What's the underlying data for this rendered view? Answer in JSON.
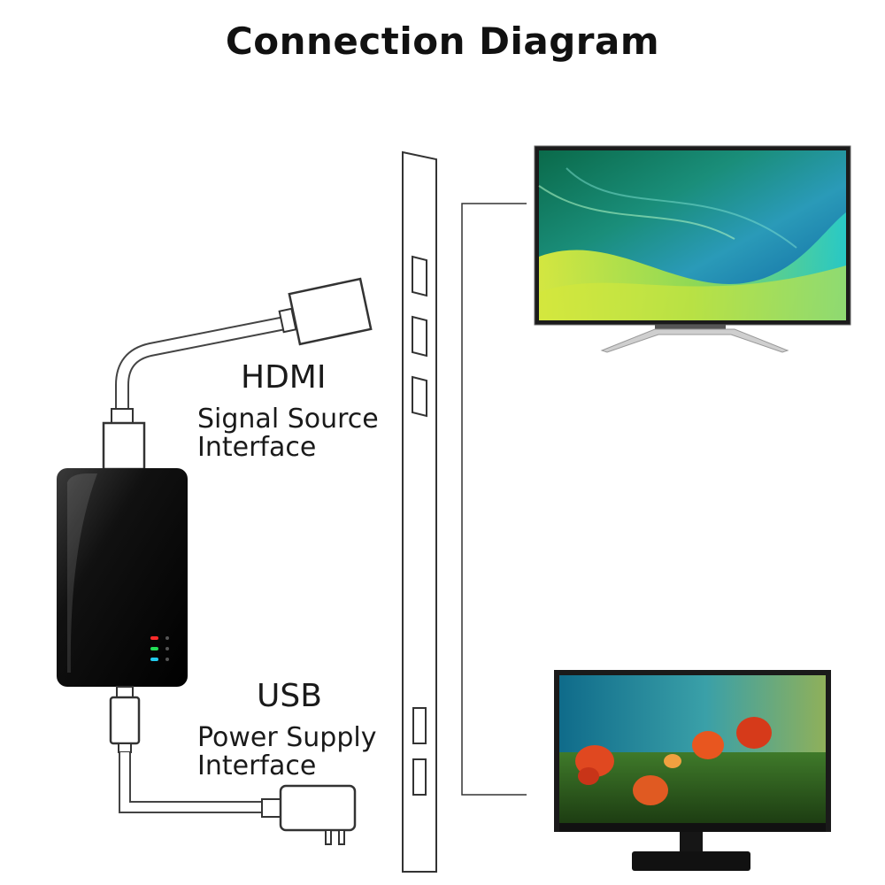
{
  "title": "Connection Diagram",
  "hdmi": {
    "label": "HDMI",
    "sub_line1": "Signal Source",
    "sub_line2": "Interface"
  },
  "usb": {
    "label": "USB",
    "sub_line1": "Power Supply",
    "sub_line2": "Interface"
  },
  "colors": {
    "device_body": "#0b0b0b",
    "led_red": "#ff2a2a",
    "led_green": "#22dd55",
    "led_cyan": "#22ccee",
    "line": "#333333"
  }
}
